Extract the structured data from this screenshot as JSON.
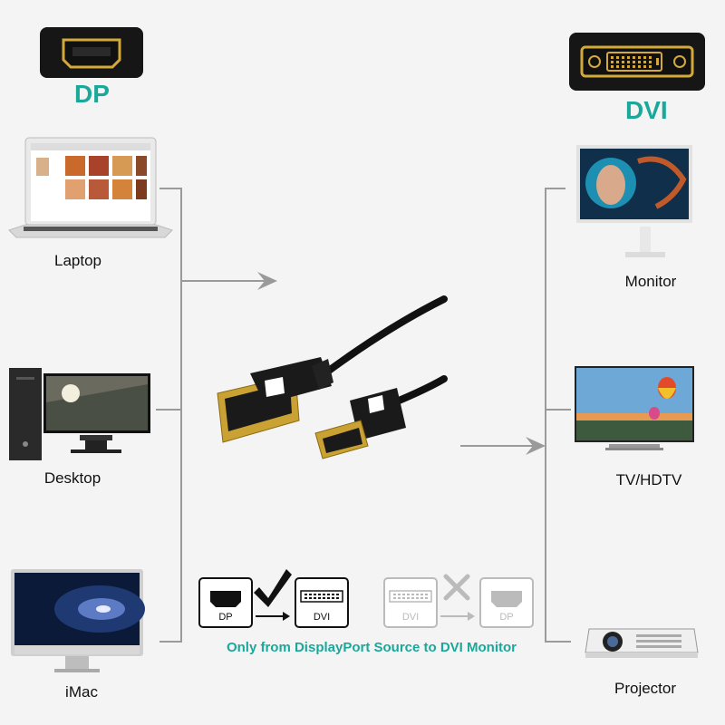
{
  "headers": {
    "left": "DP",
    "right": "DVI"
  },
  "sources": [
    {
      "label": "Laptop"
    },
    {
      "label": "Desktop"
    },
    {
      "label": "iMac"
    }
  ],
  "displays": [
    {
      "label": "Monitor"
    },
    {
      "label": "TV/HDTV"
    },
    {
      "label": "Projector"
    }
  ],
  "diagram": {
    "ok_from": "DP",
    "ok_to": "DVI",
    "bad_from": "DVI",
    "bad_to": "DP",
    "note": "Only from DisplayPort Source to DVI Monitor"
  },
  "colors": {
    "accent": "#1aa89a",
    "line": "#9a9a9a",
    "gold": "#c9a233"
  }
}
